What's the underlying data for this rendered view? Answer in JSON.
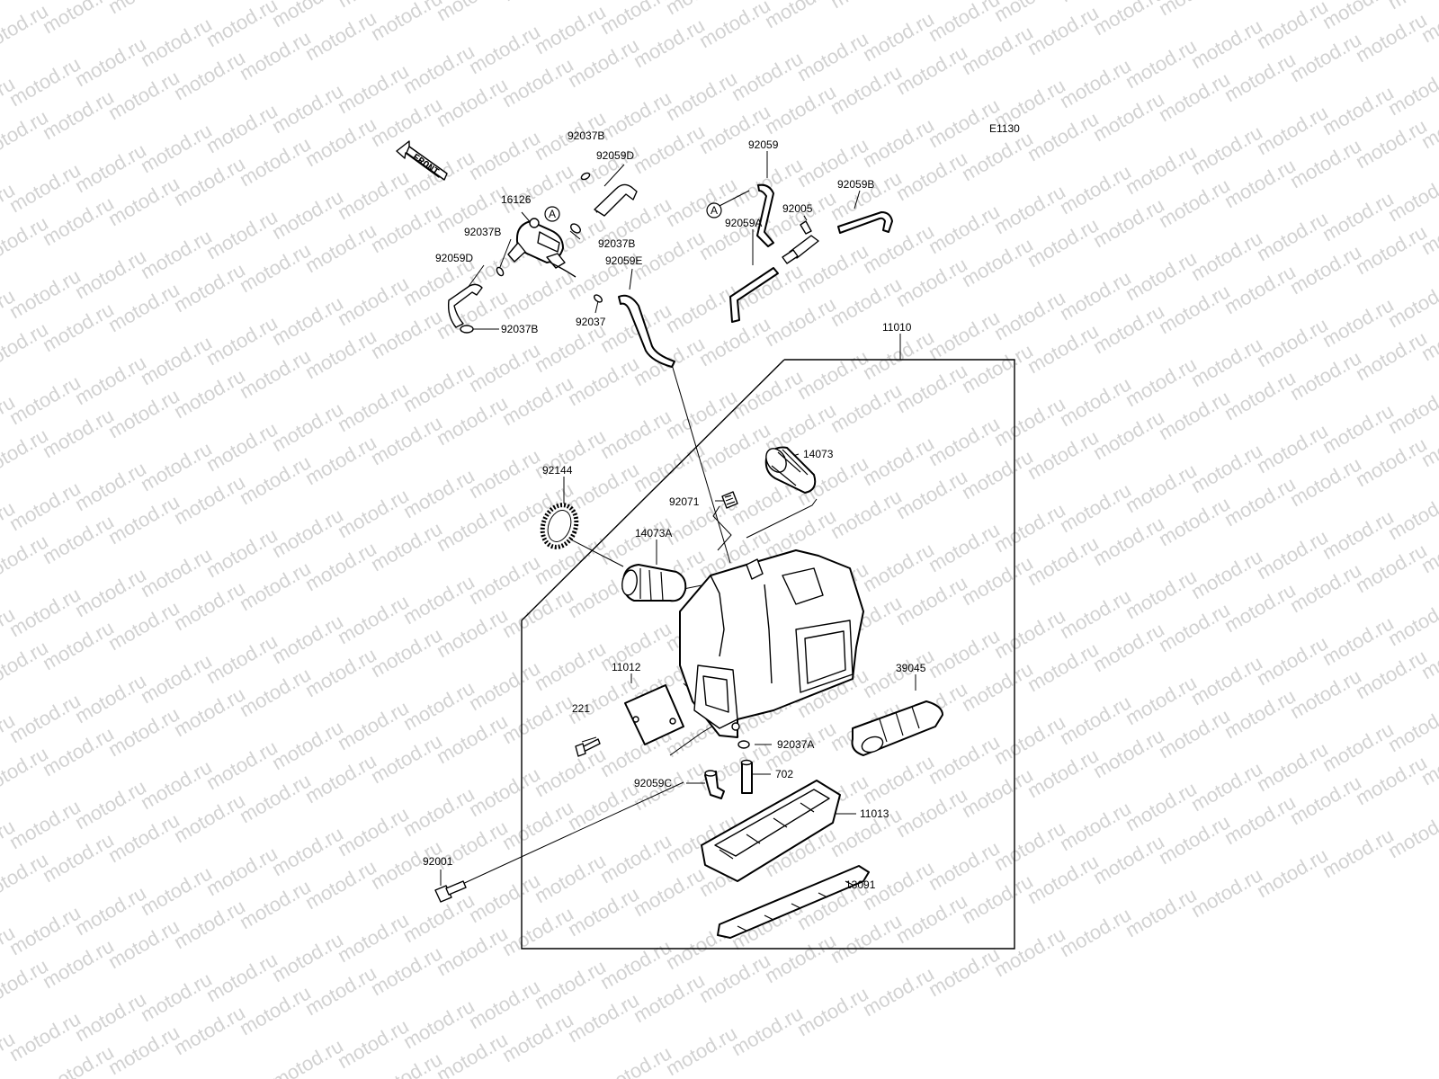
{
  "diagram_code": "E1130",
  "front_label": "FRONT",
  "watermark": "motod.ru",
  "ref_marker": "A",
  "parts": [
    {
      "id": "p92037B_top",
      "label": "92037B"
    },
    {
      "id": "p92059D_top",
      "label": "92059D"
    },
    {
      "id": "p16126",
      "label": "16126"
    },
    {
      "id": "p92037B_left",
      "label": "92037B"
    },
    {
      "id": "p92037B_right",
      "label": "92037B"
    },
    {
      "id": "p92059D_left",
      "label": "92059D"
    },
    {
      "id": "p92059E",
      "label": "92059E"
    },
    {
      "id": "p92037",
      "label": "92037"
    },
    {
      "id": "p92037B_bottom",
      "label": "92037B"
    },
    {
      "id": "p92059",
      "label": "92059"
    },
    {
      "id": "p92005",
      "label": "92005"
    },
    {
      "id": "p92059B",
      "label": "92059B"
    },
    {
      "id": "p92059A",
      "label": "92059A"
    },
    {
      "id": "p11010",
      "label": "11010"
    },
    {
      "id": "p14073",
      "label": "14073"
    },
    {
      "id": "p92144",
      "label": "92144"
    },
    {
      "id": "p92071",
      "label": "92071"
    },
    {
      "id": "p14073A",
      "label": "14073A"
    },
    {
      "id": "p11012",
      "label": "11012"
    },
    {
      "id": "p39045",
      "label": "39045"
    },
    {
      "id": "p221",
      "label": "221"
    },
    {
      "id": "p92037A",
      "label": "92037A"
    },
    {
      "id": "p702",
      "label": "702"
    },
    {
      "id": "p92059C",
      "label": "92059C"
    },
    {
      "id": "p11013",
      "label": "11013"
    },
    {
      "id": "p92001",
      "label": "92001"
    },
    {
      "id": "p13091",
      "label": "13091"
    }
  ]
}
